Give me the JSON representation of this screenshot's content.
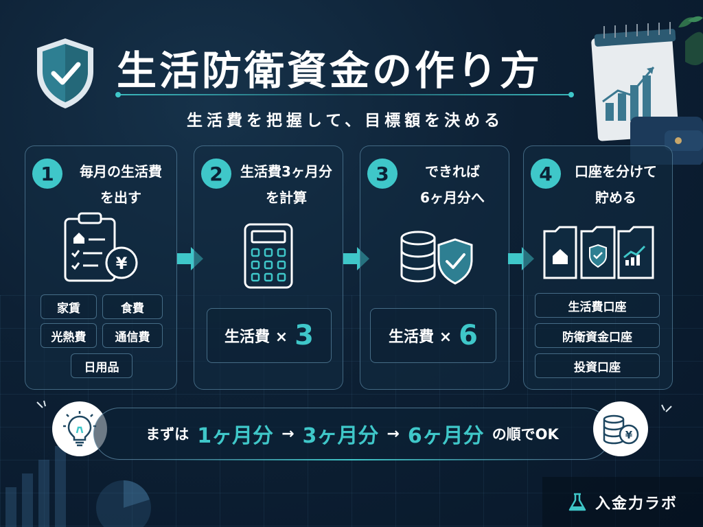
{
  "header": {
    "title": "生活防衛資金の作り方",
    "subtitle": "生活費を把握して、目標額を決める",
    "logo_icon": "shield-check-icon"
  },
  "steps": [
    {
      "number": "1",
      "title": "毎月の生活費\nを出す",
      "icon": "clipboard-yen-icon",
      "items": [
        "家賃",
        "食費",
        "光熱費",
        "通信費",
        "日用品"
      ]
    },
    {
      "number": "2",
      "title": "生活費3ヶ月分\nを計算",
      "icon": "calculator-icon",
      "formula_text": "生活費 ×",
      "formula_num": "3"
    },
    {
      "number": "3",
      "title": "できれば\n6ヶ月分へ",
      "icon": "coins-shield-icon",
      "formula_text": "生活費 ×",
      "formula_num": "6"
    },
    {
      "number": "4",
      "title": "口座を分けて\n貯める",
      "icon": "folders-icon",
      "accounts": [
        "生活費口座",
        "防衛資金口座",
        "投資口座"
      ]
    }
  ],
  "tip": {
    "prefix": "まずは",
    "stage1": "1ヶ月分",
    "arrow": "→",
    "stage2": "3ヶ月分",
    "stage3": "6ヶ月分",
    "suffix": "の順でOK",
    "left_icon": "lightbulb-icon",
    "right_icon": "coins-yen-icon"
  },
  "brand": {
    "name": "入金力ラボ",
    "icon": "flask-icon"
  },
  "colors": {
    "accent": "#3fc7c9",
    "background": "#0d2034",
    "text": "#ffffff"
  }
}
